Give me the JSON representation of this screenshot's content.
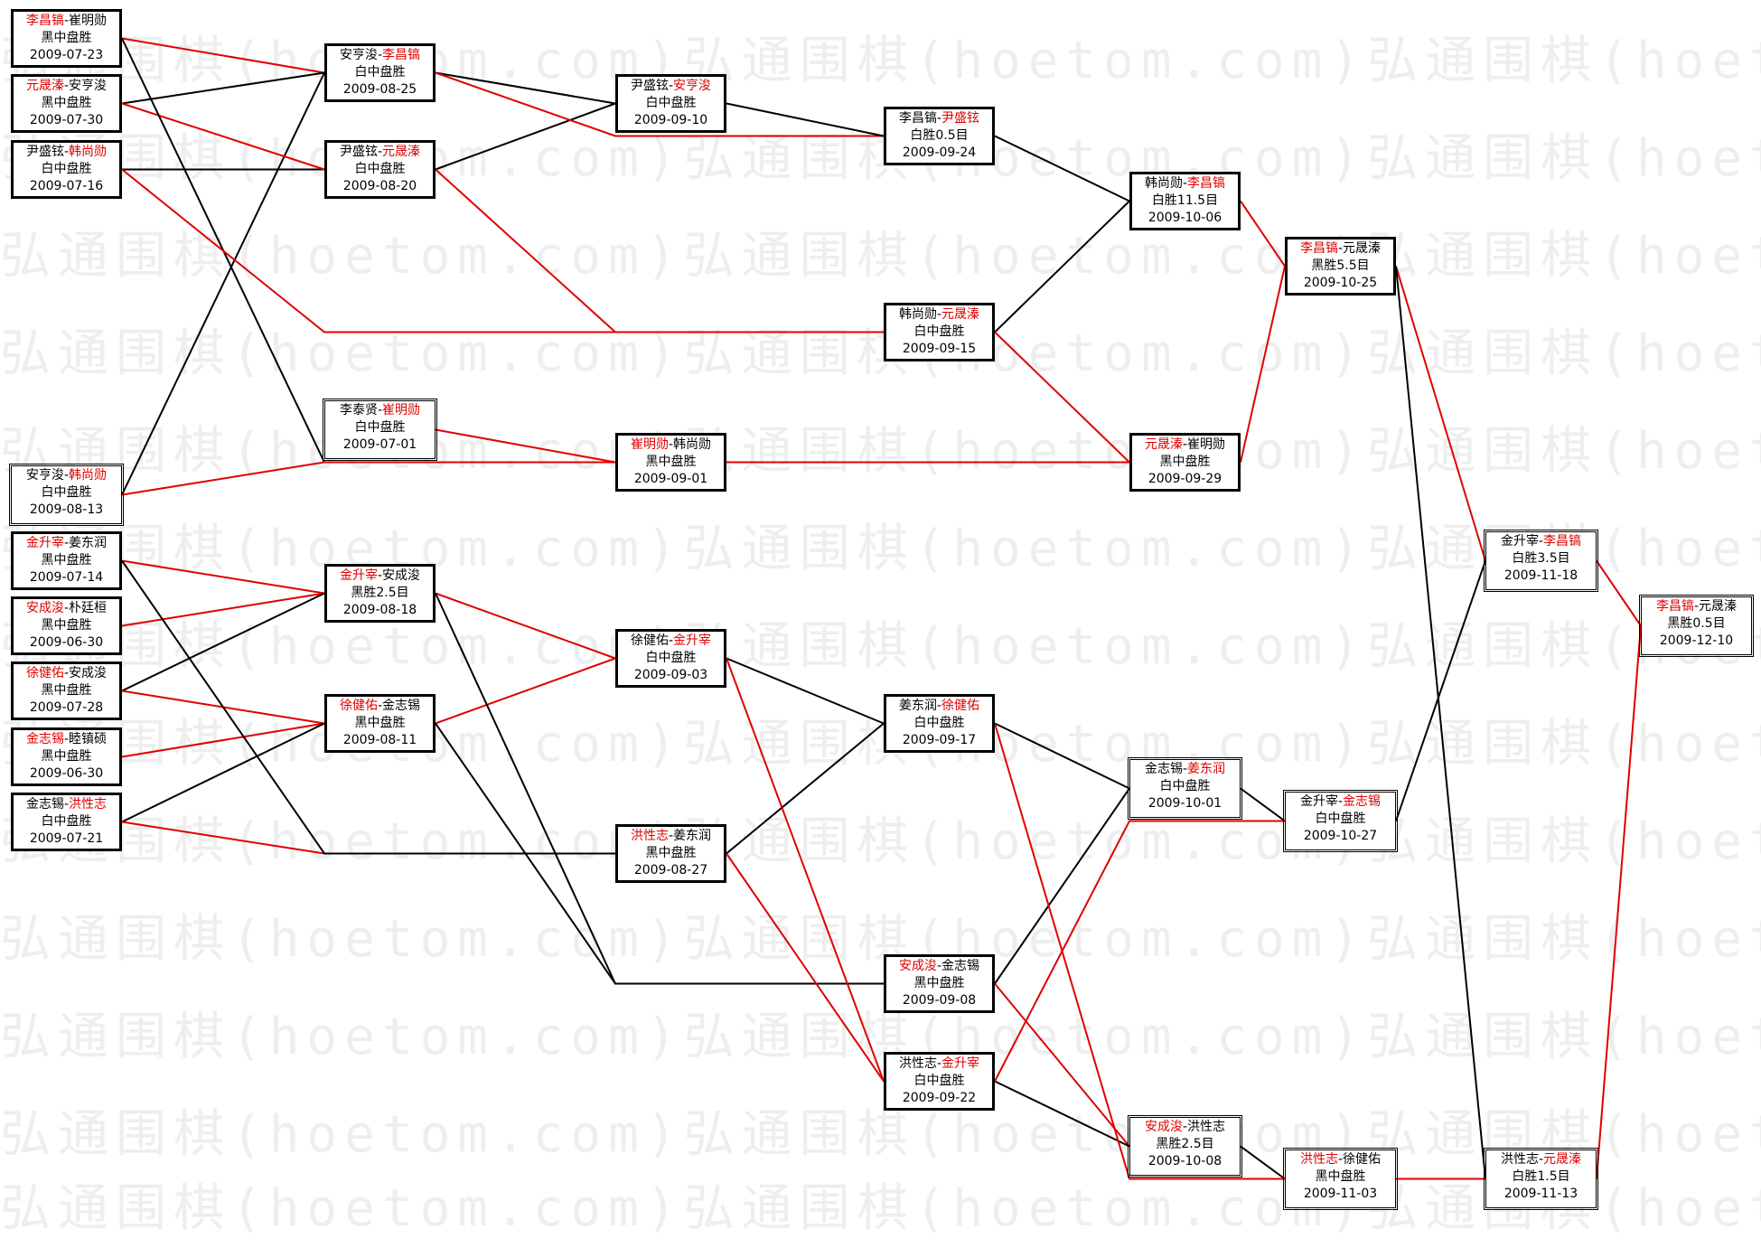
{
  "watermark": "弘通围棋(hoetom.com)",
  "colors": {
    "winner": "#e00000",
    "loser_line": "#000000",
    "winner_line": "#e00000",
    "watermark": "#eeeeee"
  },
  "matches": [
    {
      "id": "r1a",
      "p1": "李昌镐",
      "p2": "崔明勋",
      "winner": 1,
      "result": "黑中盘胜",
      "date": "2009-07-23",
      "style": "bold"
    },
    {
      "id": "r1b",
      "p1": "元晟溱",
      "p2": "安亨浚",
      "winner": 1,
      "result": "黑中盘胜",
      "date": "2009-07-30",
      "style": "bold"
    },
    {
      "id": "r1c",
      "p1": "尹盛铉",
      "p2": "韩尚勋",
      "winner": 2,
      "result": "白中盘胜",
      "date": "2009-07-16",
      "style": "bold"
    },
    {
      "id": "r1d",
      "p1": "安亨浚",
      "p2": "韩尚勋",
      "winner": 2,
      "result": "白中盘胜",
      "date": "2009-08-13",
      "style": "thin"
    },
    {
      "id": "r1e",
      "p1": "金升宰",
      "p2": "姜东润",
      "winner": 1,
      "result": "黑中盘胜",
      "date": "2009-07-14",
      "style": "bold"
    },
    {
      "id": "r1f",
      "p1": "安成浚",
      "p2": "朴廷桓",
      "winner": 1,
      "result": "黑中盘胜",
      "date": "2009-06-30",
      "style": "bold"
    },
    {
      "id": "r1g",
      "p1": "徐健佑",
      "p2": "安成浚",
      "winner": 1,
      "result": "黑中盘胜",
      "date": "2009-07-28",
      "style": "bold"
    },
    {
      "id": "r1h",
      "p1": "金志锡",
      "p2": "睦镇硕",
      "winner": 1,
      "result": "黑中盘胜",
      "date": "2009-06-30",
      "style": "bold"
    },
    {
      "id": "r1i",
      "p1": "金志锡",
      "p2": "洪性志",
      "winner": 2,
      "result": "白中盘胜",
      "date": "2009-07-21",
      "style": "bold"
    },
    {
      "id": "r2a",
      "p1": "安亨浚",
      "p2": "李昌镐",
      "winner": 2,
      "result": "白中盘胜",
      "date": "2009-08-25",
      "style": "bold"
    },
    {
      "id": "r2b",
      "p1": "尹盛铉",
      "p2": "元晟溱",
      "winner": 2,
      "result": "白中盘胜",
      "date": "2009-08-20",
      "style": "bold"
    },
    {
      "id": "r2c",
      "p1": "李泰贤",
      "p2": "崔明勋",
      "winner": 2,
      "result": "白中盘胜",
      "date": "2009-07-01",
      "style": "thin"
    },
    {
      "id": "r2d",
      "p1": "金升宰",
      "p2": "安成浚",
      "winner": 1,
      "result": "黑胜2.5目",
      "date": "2009-08-18",
      "style": "bold"
    },
    {
      "id": "r2e",
      "p1": "徐健佑",
      "p2": "金志锡",
      "winner": 1,
      "result": "黑中盘胜",
      "date": "2009-08-11",
      "style": "bold"
    },
    {
      "id": "r3a",
      "p1": "尹盛铉",
      "p2": "安亨浚",
      "winner": 2,
      "result": "白中盘胜",
      "date": "2009-09-10",
      "style": "bold"
    },
    {
      "id": "r3b",
      "p1": "崔明勋",
      "p2": "韩尚勋",
      "winner": 1,
      "result": "黑中盘胜",
      "date": "2009-09-01",
      "style": "bold"
    },
    {
      "id": "r3c",
      "p1": "徐健佑",
      "p2": "金升宰",
      "winner": 2,
      "result": "白中盘胜",
      "date": "2009-09-03",
      "style": "bold"
    },
    {
      "id": "r3d",
      "p1": "洪性志",
      "p2": "姜东润",
      "winner": 1,
      "result": "黑中盘胜",
      "date": "2009-08-27",
      "style": "bold"
    },
    {
      "id": "r4a",
      "p1": "李昌镐",
      "p2": "尹盛铉",
      "winner": 2,
      "result": "白胜0.5目",
      "date": "2009-09-24",
      "style": "bold"
    },
    {
      "id": "r4b",
      "p1": "韩尚勋",
      "p2": "元晟溱",
      "winner": 2,
      "result": "白中盘胜",
      "date": "2009-09-15",
      "style": "bold"
    },
    {
      "id": "r4c",
      "p1": "姜东润",
      "p2": "徐健佑",
      "winner": 2,
      "result": "白中盘胜",
      "date": "2009-09-17",
      "style": "bold"
    },
    {
      "id": "r4d",
      "p1": "安成浚",
      "p2": "金志锡",
      "winner": 1,
      "result": "黑中盘胜",
      "date": "2009-09-08",
      "style": "bold"
    },
    {
      "id": "r4e",
      "p1": "洪性志",
      "p2": "金升宰",
      "winner": 2,
      "result": "白中盘胜",
      "date": "2009-09-22",
      "style": "bold"
    },
    {
      "id": "r5a",
      "p1": "韩尚勋",
      "p2": "李昌镐",
      "winner": 2,
      "result": "白胜11.5目",
      "date": "2009-10-06",
      "style": "bold"
    },
    {
      "id": "r5b",
      "p1": "元晟溱",
      "p2": "崔明勋",
      "winner": 1,
      "result": "黑中盘胜",
      "date": "2009-09-29",
      "style": "bold"
    },
    {
      "id": "r5c",
      "p1": "金志锡",
      "p2": "姜东润",
      "winner": 2,
      "result": "白中盘胜",
      "date": "2009-10-01",
      "style": "thin"
    },
    {
      "id": "r5d",
      "p1": "安成浚",
      "p2": "洪性志",
      "winner": 1,
      "result": "黑胜2.5目",
      "date": "2009-10-08",
      "style": "thin"
    },
    {
      "id": "r6a",
      "p1": "李昌镐",
      "p2": "元晟溱",
      "winner": 1,
      "result": "黑胜5.5目",
      "date": "2009-10-25",
      "style": "bold"
    },
    {
      "id": "r6b",
      "p1": "金升宰",
      "p2": "金志锡",
      "winner": 2,
      "result": "白中盘胜",
      "date": "2009-10-27",
      "style": "thin"
    },
    {
      "id": "r6c",
      "p1": "洪性志",
      "p2": "徐健佑",
      "winner": 1,
      "result": "黑中盘胜",
      "date": "2009-11-03",
      "style": "thin"
    },
    {
      "id": "r7a",
      "p1": "金升宰",
      "p2": "李昌镐",
      "winner": 2,
      "result": "白胜3.5目",
      "date": "2009-11-18",
      "style": "thin"
    },
    {
      "id": "r7b",
      "p1": "洪性志",
      "p2": "元晟溱",
      "winner": 2,
      "result": "白胜1.5目",
      "date": "2009-11-13",
      "style": "thin"
    },
    {
      "id": "final",
      "p1": "李昌镐",
      "p2": "元晟溱",
      "winner": 1,
      "result": "黑胜0.5目",
      "date": "2009-12-10",
      "style": "thin"
    }
  ]
}
